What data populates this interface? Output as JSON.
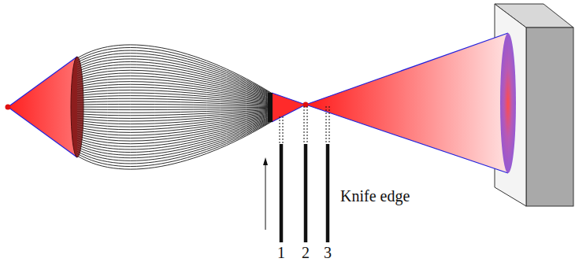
{
  "diagram": {
    "labels": [
      "1",
      "2",
      "3",
      "Knife edge"
    ]
  }
}
